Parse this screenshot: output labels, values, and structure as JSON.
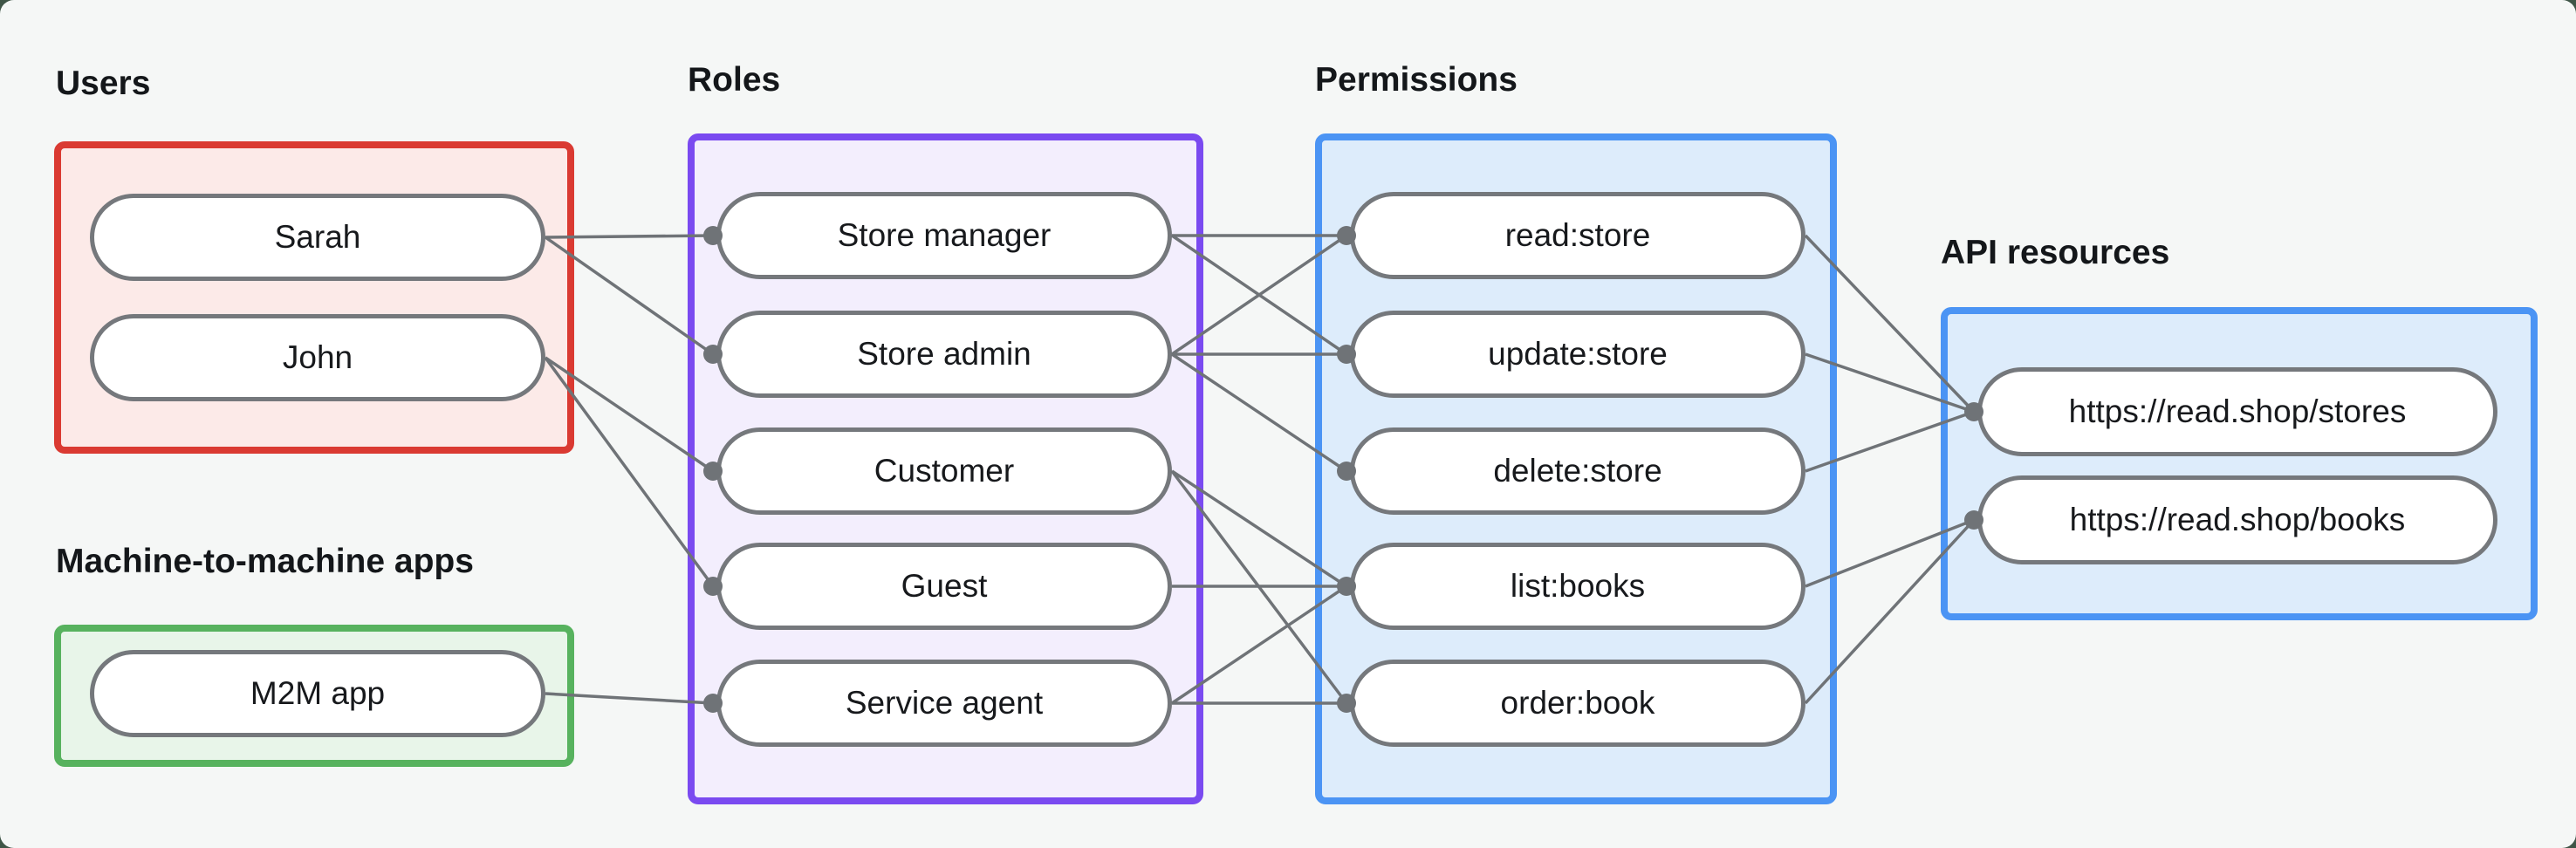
{
  "background": {
    "outer_color": "#3f5547",
    "panel_color": "#f5f7f6"
  },
  "connector": {
    "line_color": "#6f7377",
    "dot_color": "#6f7377"
  },
  "pill_style": {
    "fill": "#ffffff",
    "border": "#75787c",
    "text": "#17191c"
  },
  "groups": {
    "users": {
      "label": "Users",
      "border_color": "#da3a32",
      "fill_color": "#fceae8",
      "items": [
        {
          "id": "sarah",
          "label": "Sarah"
        },
        {
          "id": "john",
          "label": "John"
        }
      ]
    },
    "m2m": {
      "label": "Machine-to-machine apps",
      "border_color": "#57b25e",
      "fill_color": "#e8f5e9",
      "items": [
        {
          "id": "m2m-app",
          "label": "M2M app"
        }
      ]
    },
    "roles": {
      "label": "Roles",
      "border_color": "#7a4af0",
      "fill_color": "#f3eefd",
      "items": [
        {
          "id": "store-manager",
          "label": "Store manager"
        },
        {
          "id": "store-admin",
          "label": "Store admin"
        },
        {
          "id": "customer",
          "label": "Customer"
        },
        {
          "id": "guest",
          "label": "Guest"
        },
        {
          "id": "service-agent",
          "label": "Service agent"
        }
      ]
    },
    "permissions": {
      "label": "Permissions",
      "border_color": "#4b94f4",
      "fill_color": "#ddecfb",
      "items": [
        {
          "id": "read-store",
          "label": "read:store"
        },
        {
          "id": "update-store",
          "label": "update:store"
        },
        {
          "id": "delete-store",
          "label": "delete:store"
        },
        {
          "id": "list-books",
          "label": "list:books"
        },
        {
          "id": "order-book",
          "label": "order:book"
        }
      ]
    },
    "api_resources": {
      "label": "API resources",
      "border_color": "#4b94f4",
      "fill_color": "#ddecfb",
      "items": [
        {
          "id": "stores",
          "label": "https://read.shop/stores"
        },
        {
          "id": "books",
          "label": "https://read.shop/books"
        }
      ]
    }
  },
  "edges": [
    {
      "from": "sarah",
      "to": "store-manager"
    },
    {
      "from": "sarah",
      "to": "store-admin"
    },
    {
      "from": "john",
      "to": "customer"
    },
    {
      "from": "john",
      "to": "guest"
    },
    {
      "from": "m2m-app",
      "to": "service-agent"
    },
    {
      "from": "store-manager",
      "to": "read-store"
    },
    {
      "from": "store-manager",
      "to": "update-store"
    },
    {
      "from": "store-admin",
      "to": "read-store"
    },
    {
      "from": "store-admin",
      "to": "update-store"
    },
    {
      "from": "store-admin",
      "to": "delete-store"
    },
    {
      "from": "customer",
      "to": "list-books"
    },
    {
      "from": "customer",
      "to": "order-book"
    },
    {
      "from": "guest",
      "to": "list-books"
    },
    {
      "from": "service-agent",
      "to": "list-books"
    },
    {
      "from": "service-agent",
      "to": "order-book"
    },
    {
      "from": "read-store",
      "to": "stores"
    },
    {
      "from": "update-store",
      "to": "stores"
    },
    {
      "from": "delete-store",
      "to": "stores"
    },
    {
      "from": "list-books",
      "to": "books"
    },
    {
      "from": "order-book",
      "to": "books"
    }
  ]
}
